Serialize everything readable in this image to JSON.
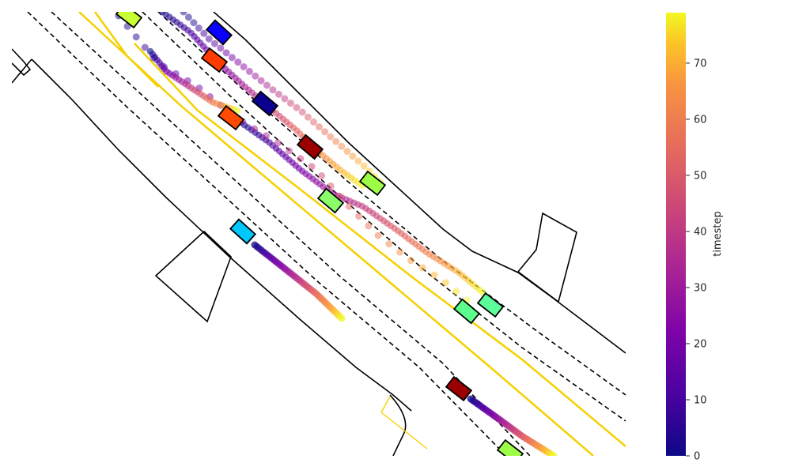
{
  "colorbar": {
    "label": "timestep",
    "ticks": [
      {
        "value": 0,
        "label": "0"
      },
      {
        "value": 10,
        "label": "10"
      },
      {
        "value": 20,
        "label": "20"
      },
      {
        "value": 30,
        "label": "30"
      },
      {
        "value": 40,
        "label": "40"
      },
      {
        "value": 50,
        "label": "50"
      },
      {
        "value": 60,
        "label": "60"
      },
      {
        "value": 70,
        "label": "70"
      }
    ],
    "range": [
      0,
      79
    ],
    "colormap": "plasma"
  },
  "colors": {
    "road_edge": "#000000",
    "lane_divider": "#000000",
    "yellow_line": "#f5d000",
    "vehicle_outline": "#000000"
  },
  "vehicles": [
    {
      "id": "v1",
      "color": "#c8ff33"
    },
    {
      "id": "v2",
      "color": "#0a00ff"
    },
    {
      "id": "v3",
      "color": "#ff3b00"
    },
    {
      "id": "v4",
      "color": "#0b0090"
    },
    {
      "id": "v5",
      "color": "#ff4a00"
    },
    {
      "id": "v6",
      "color": "#9b0000"
    },
    {
      "id": "v7",
      "color": "#9dff45"
    },
    {
      "id": "v8",
      "color": "#8aff6a"
    },
    {
      "id": "v9",
      "color": "#00c8ff"
    },
    {
      "id": "v10",
      "color": "#5dff9a"
    },
    {
      "id": "v11",
      "color": "#5dff8c"
    },
    {
      "id": "v12",
      "color": "#9b0000"
    },
    {
      "id": "v13",
      "color": "#9dff45"
    }
  ]
}
